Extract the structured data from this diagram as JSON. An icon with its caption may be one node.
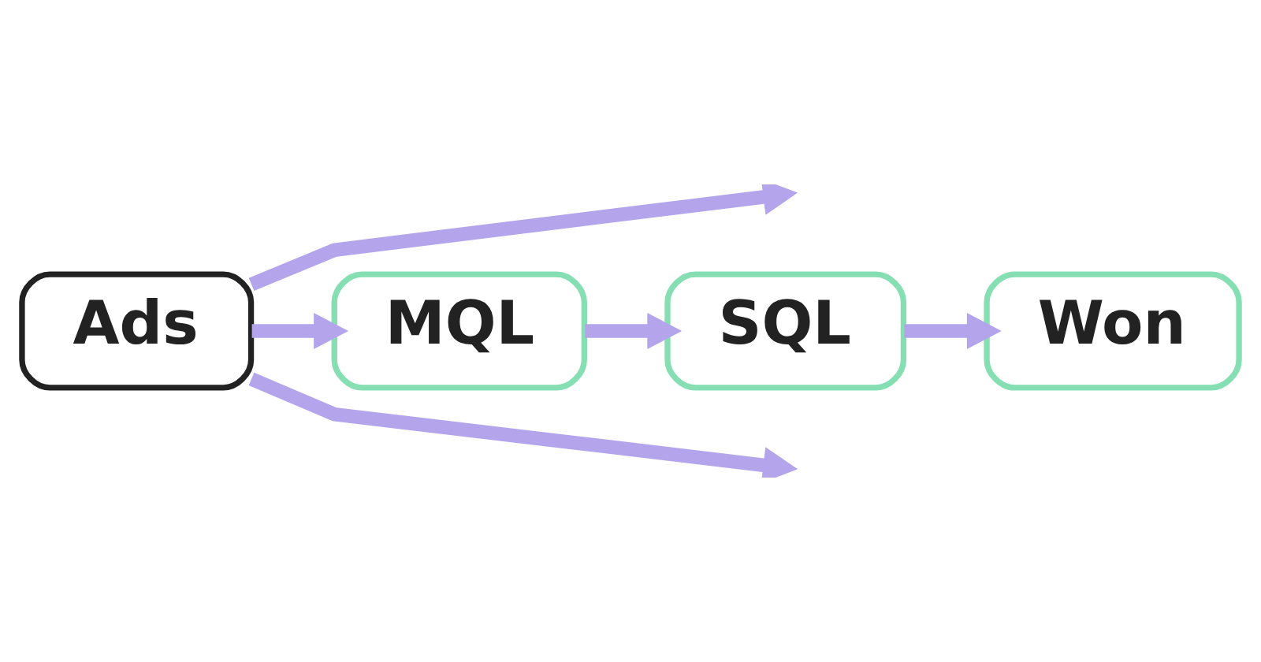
{
  "diagram": {
    "nodes": [
      {
        "text": [
          "Ads"
        ]
      },
      {
        "text": [
          "MQL"
        ]
      },
      {
        "text": [
          "SQL"
        ]
      },
      {
        "text": [
          "Won"
        ]
      }
    ],
    "edges": [
      {
        "from": 0,
        "to": null,
        "arrow": "to"
      },
      {
        "from": 0,
        "to": 1,
        "arrow": "to"
      },
      {
        "from": 0,
        "to": null,
        "arrow": "to"
      },
      {
        "from": 1,
        "to": 2,
        "arrow": "to"
      },
      {
        "from": 2,
        "to": 3,
        "arrow": "to"
      }
    ]
  }
}
